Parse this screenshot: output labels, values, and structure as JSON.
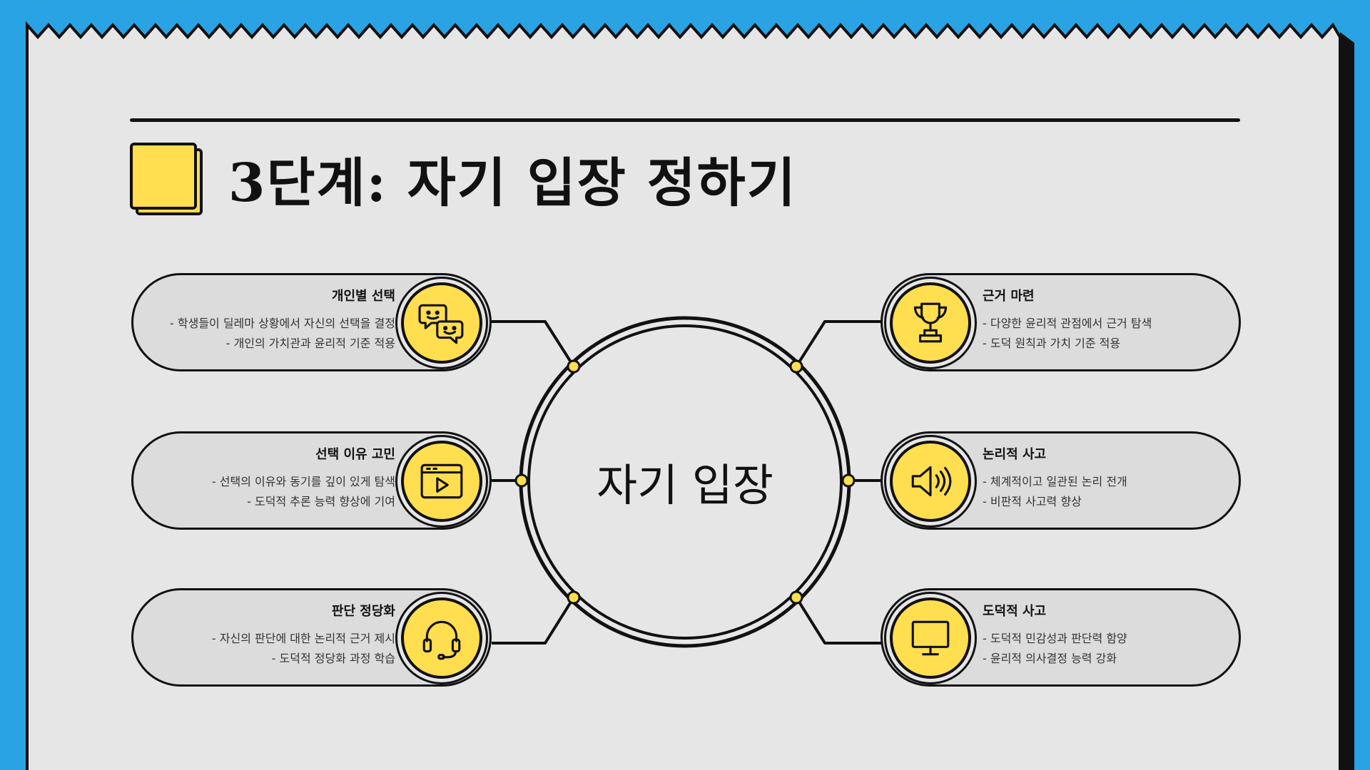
{
  "page": {
    "title": "3단계: 자기 입장 정하기",
    "center_label": "자기 입장"
  },
  "colors": {
    "background": "#29a3e3",
    "paper": "#e6e6e6",
    "accent": "#ffde4f",
    "card": "#dcdcdc",
    "ink": "#111111"
  },
  "cards": {
    "left": [
      {
        "title": "개인별 선택",
        "lines": [
          "- 학생들이 딜레마 상황에서 자신의 선택을 결정",
          "- 개인의 가치관과 윤리적 기준 적용"
        ],
        "icon": "chat-bubbles-icon"
      },
      {
        "title": "선택 이유 고민",
        "lines": [
          "- 선택의 이유와 동기를 깊이 있게 탐색",
          "- 도덕적 추론 능력 향상에 기여"
        ],
        "icon": "video-player-icon"
      },
      {
        "title": "판단 정당화",
        "lines": [
          "- 자신의 판단에 대한 논리적 근거 제시",
          "- 도덕적 정당화 과정 학습"
        ],
        "icon": "headset-icon"
      }
    ],
    "right": [
      {
        "title": "근거 마련",
        "lines": [
          "- 다양한 윤리적 관점에서 근거 탐색",
          "- 도덕 원칙과 가치 기준 적용"
        ],
        "icon": "trophy-icon"
      },
      {
        "title": "논리적 사고",
        "lines": [
          "- 체계적이고 일관된 논리 전개",
          "- 비판적 사고력 향상"
        ],
        "icon": "speaker-icon"
      },
      {
        "title": "도덕적 사고",
        "lines": [
          "- 도덕적 민감성과 판단력 함양",
          "- 윤리적 의사결정 능력 강화"
        ],
        "icon": "monitor-icon"
      }
    ]
  }
}
